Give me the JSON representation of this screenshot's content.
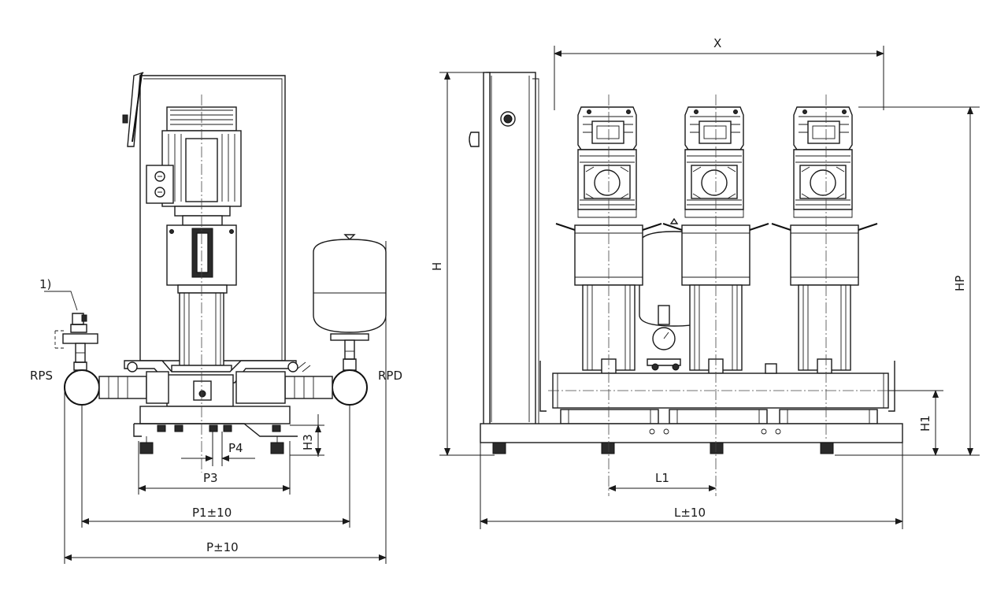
{
  "labels": {
    "note": "1)",
    "rps": "RPS",
    "rpd": "RPD",
    "h3": "H3",
    "p4": "P4",
    "p3": "P3",
    "p1": "P1±10",
    "p": "P±10",
    "x": "X",
    "h": "H",
    "hp": "HP",
    "h1": "H1",
    "l1": "L1",
    "l": "L±10"
  },
  "colors": {
    "line": "#1a1a1a",
    "background": "#ffffff"
  }
}
